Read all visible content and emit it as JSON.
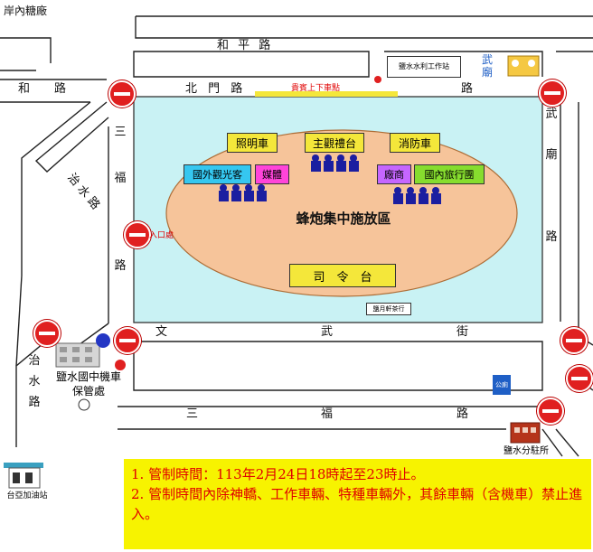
{
  "roads": {
    "top_left": "岸內糖廠",
    "he_ping": "和 平 路",
    "he": "和",
    "lu": "路",
    "bei_men_1": "北 門 路",
    "bei_men_2": "路",
    "wu_miao": [
      "武",
      "廟",
      "路"
    ],
    "san_fu_v": [
      "三",
      "福",
      "路"
    ],
    "zhi_shui_upper": [
      "治",
      "水",
      "路"
    ],
    "zhi_shui_lower": [
      "治",
      "水",
      "路"
    ],
    "wen_wu": [
      "文",
      "武",
      "街"
    ],
    "san_fu_h": [
      "三",
      "福",
      "路"
    ]
  },
  "places": {
    "guest_drop": "貴賓上下車點",
    "water_station": "鹽水水利工作站",
    "temple": "武廟",
    "entrance": "入口處",
    "venue": "蜂炮集中施放區",
    "lighting": "照明車",
    "main_stage": "主觀禮台",
    "fire_truck": "消防車",
    "foreign_tourists": "國外觀光客",
    "media": "媒體",
    "vendors": "廠商",
    "domestic_tours": "國內旅行團",
    "command": "司　令　台",
    "small_sign": "鹽月軒茶行",
    "school": "鹽水國中機車保管處",
    "police": "鹽水分駐所",
    "gas_station": "台亞加油站",
    "toilet": "公廁"
  },
  "notes": [
    "1. 管制時間：113年2月24日18時起至23時止。",
    "2. 管制時間內除神轎、工作車輛、特種車輛外，其餘車輛（含機車）禁止進入。"
  ],
  "colors": {
    "plaza": "#c9f2f4",
    "venue": "#f6c49a",
    "label_yellow": "#f4e73a",
    "blue_box": "#35c7f0",
    "pink_box": "#ff44d9",
    "purple_box": "#c566ff",
    "green_box": "#86dd2e",
    "note_bg": "#f7f300",
    "note_text": "#e00000"
  }
}
